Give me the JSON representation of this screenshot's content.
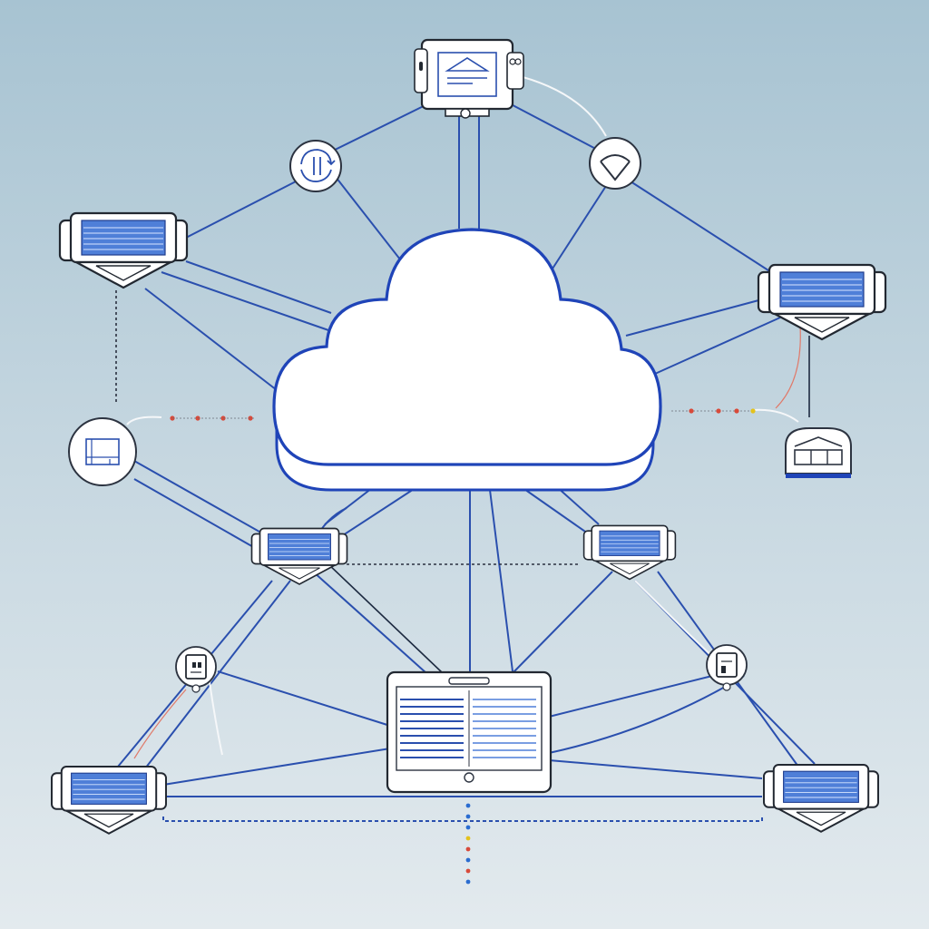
{
  "diagram": {
    "colors": {
      "background_top": "#a7c3d2",
      "background_bottom": "#e3eaee",
      "link": "#2a4fae",
      "cloud_outline": "#1f44b8",
      "device_screen": "#4f7fd8",
      "signal_red": "#d84a3a",
      "signal_yellow": "#e4c21c"
    },
    "nodes": [
      {
        "id": "cloud",
        "kind": "cloud",
        "icon": "cloud-icon"
      },
      {
        "id": "top-server",
        "kind": "server",
        "icon": "server-icon"
      },
      {
        "id": "switch-left-upper",
        "kind": "switch",
        "icon": "switch-icon"
      },
      {
        "id": "switch-right-upper",
        "kind": "switch",
        "icon": "switch-icon"
      },
      {
        "id": "switch-center-left",
        "kind": "switch",
        "icon": "switch-icon"
      },
      {
        "id": "switch-center-right",
        "kind": "switch",
        "icon": "switch-icon"
      },
      {
        "id": "switch-bottom-left",
        "kind": "switch",
        "icon": "switch-icon"
      },
      {
        "id": "switch-bottom-right",
        "kind": "switch",
        "icon": "switch-icon"
      },
      {
        "id": "tablet",
        "kind": "tablet",
        "icon": "tablet-icon"
      },
      {
        "id": "sync-bubble",
        "kind": "bubble",
        "icon": "sync-icon"
      },
      {
        "id": "wifi-bubble",
        "kind": "bubble",
        "icon": "wifi-icon"
      },
      {
        "id": "window-bubble",
        "kind": "bubble",
        "icon": "window-icon"
      },
      {
        "id": "building-right",
        "kind": "building",
        "icon": "building-icon"
      },
      {
        "id": "phone-left",
        "kind": "phone",
        "icon": "phone-icon"
      },
      {
        "id": "phone-right",
        "kind": "phone",
        "icon": "phone-icon"
      }
    ],
    "links": [
      [
        "top-server",
        "sync-bubble"
      ],
      [
        "top-server",
        "wifi-bubble"
      ],
      [
        "top-server",
        "cloud"
      ],
      [
        "sync-bubble",
        "switch-left-upper"
      ],
      [
        "sync-bubble",
        "cloud"
      ],
      [
        "wifi-bubble",
        "switch-right-upper"
      ],
      [
        "wifi-bubble",
        "cloud"
      ],
      [
        "switch-left-upper",
        "cloud"
      ],
      [
        "switch-right-upper",
        "cloud"
      ],
      [
        "window-bubble",
        "switch-center-left"
      ],
      [
        "cloud",
        "switch-center-left"
      ],
      [
        "cloud",
        "switch-center-right"
      ],
      [
        "cloud",
        "tablet"
      ],
      [
        "switch-center-left",
        "tablet"
      ],
      [
        "switch-center-right",
        "tablet"
      ],
      [
        "switch-center-left",
        "switch-bottom-left"
      ],
      [
        "switch-center-right",
        "switch-bottom-right"
      ],
      [
        "phone-left",
        "tablet"
      ],
      [
        "phone-right",
        "tablet"
      ],
      [
        "switch-bottom-left",
        "tablet"
      ],
      [
        "switch-bottom-right",
        "tablet"
      ],
      [
        "switch-bottom-left",
        "switch-bottom-right"
      ]
    ]
  }
}
